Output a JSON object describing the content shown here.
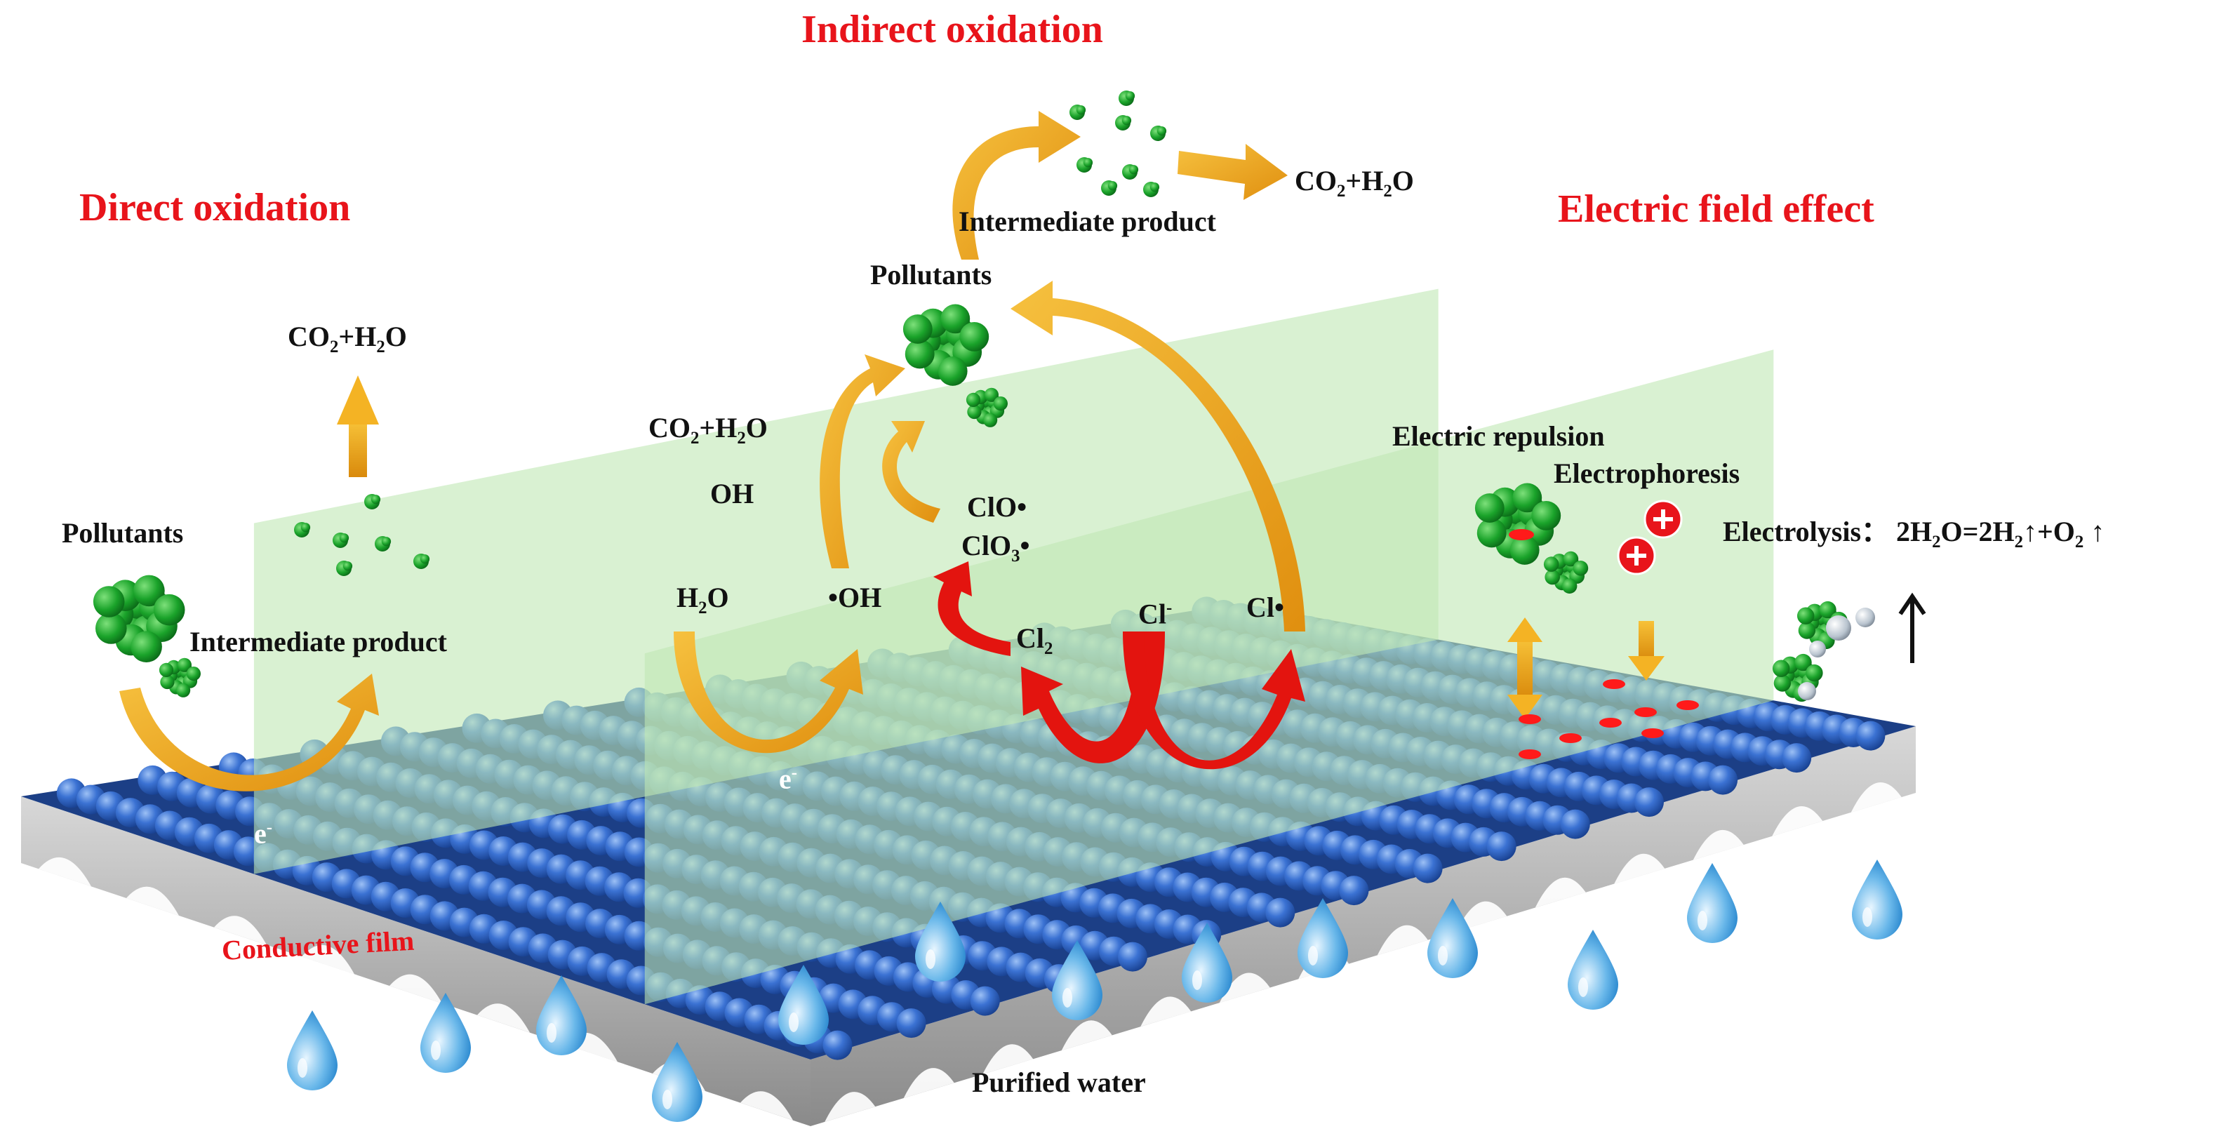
{
  "headings": {
    "direct": "Direct oxidation",
    "indirect": "Indirect oxidation",
    "field": "Electric field effect"
  },
  "direct": {
    "pollutants": "Pollutants",
    "intermediate": "Intermediate product",
    "co2": "CO",
    "h2o_plus": "+H",
    "h2o_o": "O",
    "sub2": "2",
    "electron_e": "e",
    "electron_minus": "-"
  },
  "indirect": {
    "co2": "CO",
    "plus_h": "+H",
    "o": "O",
    "sub2": "2",
    "oh": "OH",
    "h2o_h": "H",
    "h2o_o": "O",
    "oh_radical": "•OH",
    "pollutants": "Pollutants",
    "intermediate": "Intermediate product",
    "top_co2": "CO",
    "top_plus_h": "+H",
    "top_o": "O",
    "clo": "ClO•",
    "clo3_a": "ClO",
    "clo3_sub": "3",
    "clo3_b": "•",
    "cl2_a": "Cl",
    "cl2_sub": "2",
    "cl_minus_a": "Cl",
    "cl_minus_sup": "-",
    "cl_radical": "Cl•",
    "electron_e": "e",
    "electron_minus": "-"
  },
  "field": {
    "repulsion": "Electric repulsion",
    "electrophoresis": "Electrophoresis",
    "electrolysis_a": "Electrolysis： 2H",
    "electrolysis_b": "O=2H",
    "electrolysis_c": "↑+O",
    "electrolysis_d": " ↑",
    "sub2": "2",
    "plus": "+",
    "up_arrow": "↑"
  },
  "bottom": {
    "film": "Conductive film",
    "purified": "Purified water"
  },
  "colors": {
    "heading_red": "#e8141b",
    "sphere_blue": "#2f63c4",
    "arrow_orange": "#f0a41c",
    "arrow_red": "#e3140f",
    "pollutant_green": "#1aa32a",
    "panel_green": "#bfe8b4",
    "water_blue": "#4aa6e0"
  },
  "icons": [
    "water-drop-icon",
    "pollutant-cluster-icon",
    "gas-bubble-icon",
    "positive-charge-icon"
  ]
}
